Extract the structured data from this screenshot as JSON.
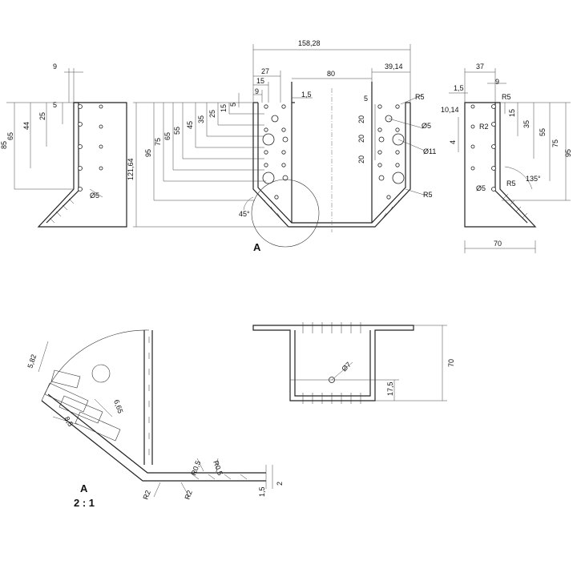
{
  "dims": {
    "left_9": "9",
    "left_5": "5",
    "left_25": "25",
    "left_44": "44",
    "left_65": "65",
    "left_85": "85",
    "left_phi5": "Ø5",
    "top_15828": "158,28",
    "top_27": "27",
    "top_80": "80",
    "top_3914": "39,14",
    "top_15": "15",
    "top_9": "9",
    "top_15b": "1,5",
    "c_121": "121,64",
    "c_95": "95",
    "c_75": "75",
    "c_65": "65",
    "c_55": "55",
    "c_45": "45",
    "c_35": "35",
    "c_25": "25",
    "c_15": "15",
    "c_5": "5",
    "c_45deg": "45°",
    "c_A": "A",
    "cr_5": "5",
    "cr_20a": "20",
    "cr_20b": "20",
    "cr_20c": "20",
    "cr_phi5": "Ø5",
    "cr_phi11": "Ø11",
    "cr_R5a": "R5",
    "cr_R5b": "R5",
    "r_37": "37",
    "r_9": "9",
    "r_15": "1,5",
    "r_R5": "R5",
    "r_1014": "10,14",
    "r_R2": "R2",
    "r_4": "4",
    "r_15b": "15",
    "r_35": "35",
    "r_55": "55",
    "r_75": "75",
    "r_95": "95",
    "r_phi5": "Ø5",
    "r_R5b": "R5",
    "r_135": "135°",
    "r_70": "70",
    "d_582": "5,82",
    "d_665": "6,65",
    "d_85": "8,5",
    "d_R2a": "R2",
    "d_R2b": "R2",
    "d_R05a": "R0,5",
    "d_R05b": "R0,5",
    "d_15": "1,5",
    "d_2": "2",
    "d_A": "A",
    "d_scale": "2 : 1",
    "f_phi7": "Ø7",
    "f_175": "17,5",
    "f_70": "70"
  }
}
